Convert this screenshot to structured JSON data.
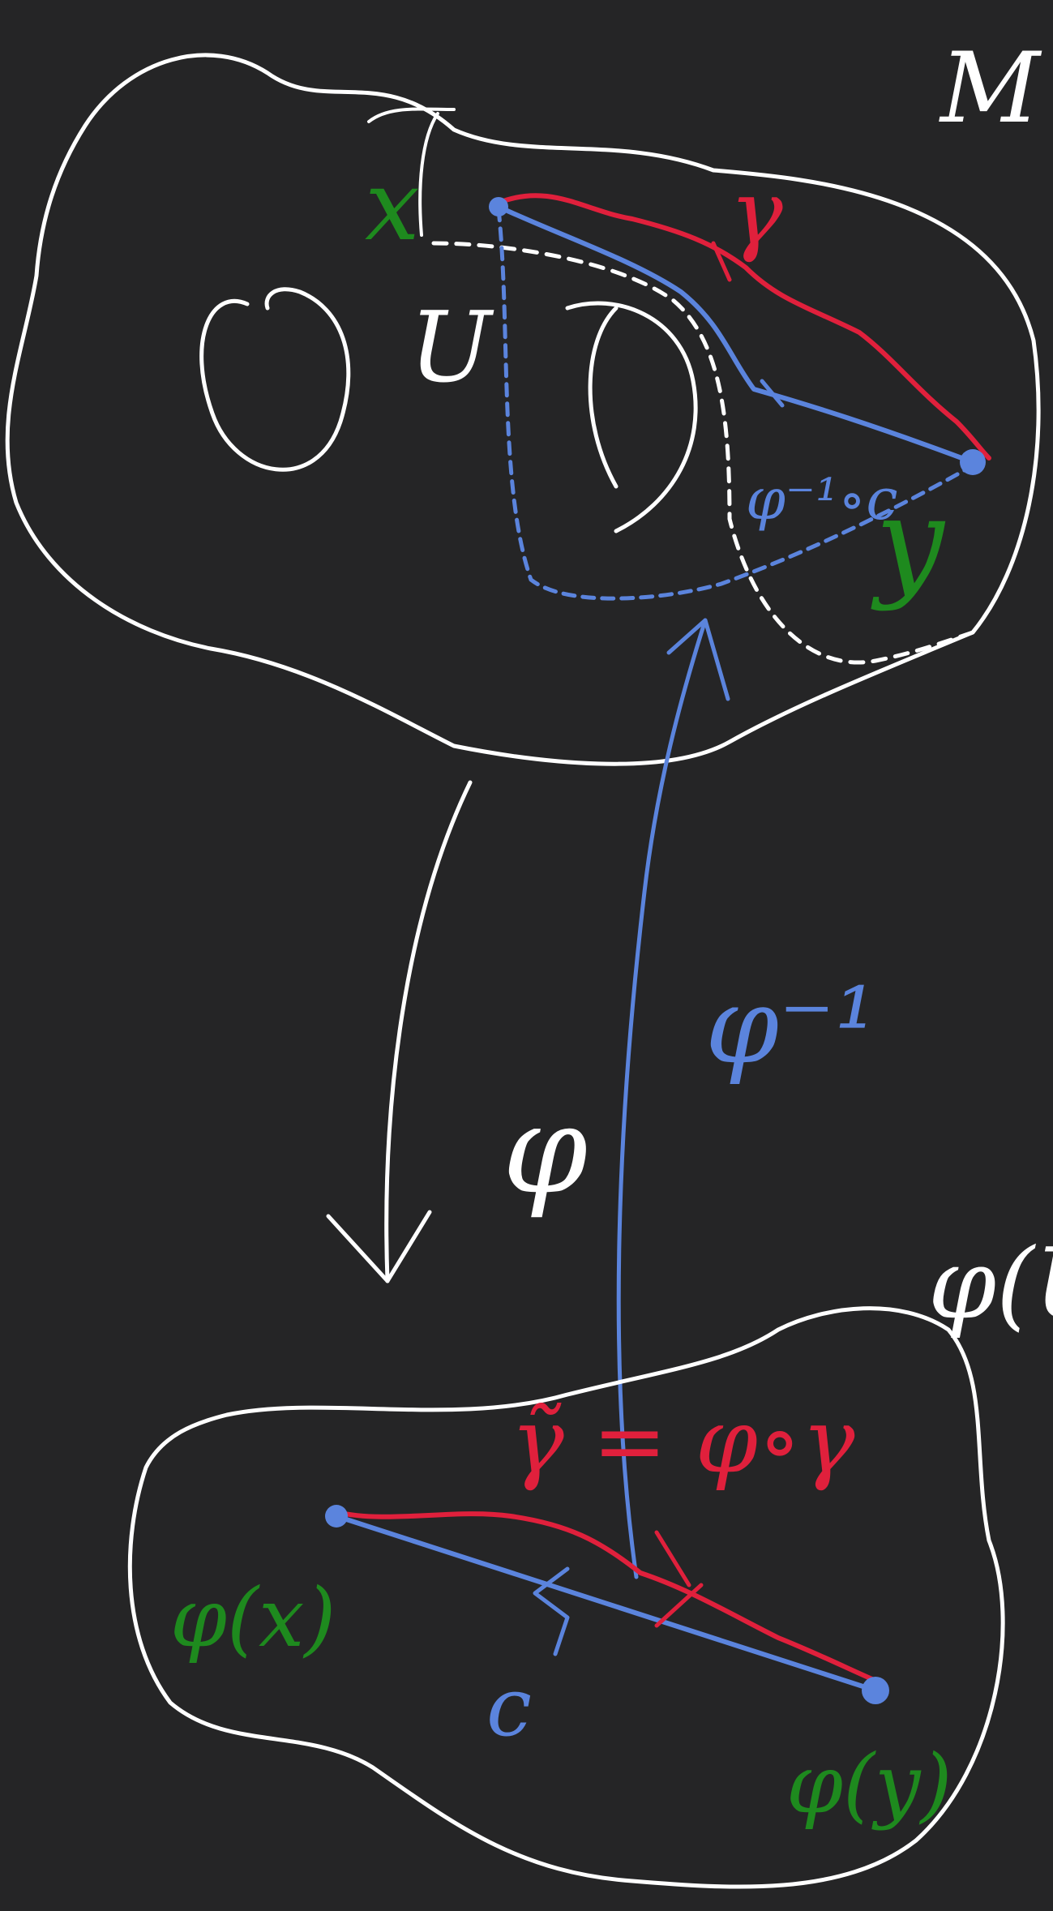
{
  "colors": {
    "background": "#252526",
    "chalk": "#ffffff",
    "red": "#e0203c",
    "blue": "#5b84dd",
    "green": "#1e8a1e"
  },
  "labels": {
    "manifold": "M",
    "open_set": "U",
    "point_x": "x",
    "point_y": "y",
    "curve_gamma": "γ",
    "pullback_curve": "φ⁻¹∘c",
    "chart_map": "φ",
    "inverse_map": "φ⁻¹",
    "image_set": "φ(U)",
    "image_x": "φ(x)",
    "image_y": "φ(y)",
    "line_c": "c",
    "gamma_tilde": "γ̃ = φ∘γ"
  }
}
